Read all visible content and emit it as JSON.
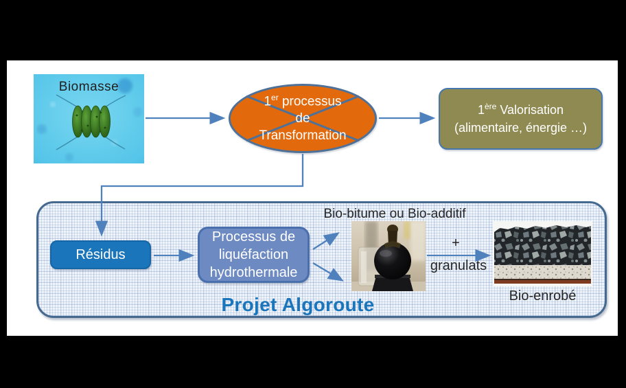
{
  "colors": {
    "arrow": "#4f81bd",
    "ellipse_fill": "#e36a0c",
    "ellipse_border": "#4d7198",
    "valorisation_fill": "#8f8a52",
    "valorisation_border": "#4576ac",
    "residus_fill": "#1a75bb",
    "hydrothermal_fill": "#6e8ac3",
    "container_border": "#46698f",
    "title_color": "#1a75bb",
    "dark_text": "#262626"
  },
  "diagram": {
    "biomass": {
      "label": "Biomasse"
    },
    "first_process": {
      "prefix": "1",
      "sup": "er",
      "suffix": " processus",
      "line2": "de",
      "line3": "Transformation"
    },
    "first_valorisation": {
      "prefix": "1",
      "sup": "ère",
      "suffix": " Valorisation",
      "line2": "(alimentaire, énergie …)"
    },
    "residus": {
      "label": "Résidus"
    },
    "hydrothermal": {
      "line1": "Processus de",
      "line2": "liquéfaction",
      "line3": "hydrothermale"
    },
    "bio_bitume": {
      "label": "Bio-bitume ou Bio-additif"
    },
    "plus_granulats": {
      "plus": "+",
      "label": "granulats"
    },
    "bio_enrobe": {
      "label": "Bio-enrobé"
    },
    "project": {
      "title": "Projet Algoroute"
    }
  }
}
